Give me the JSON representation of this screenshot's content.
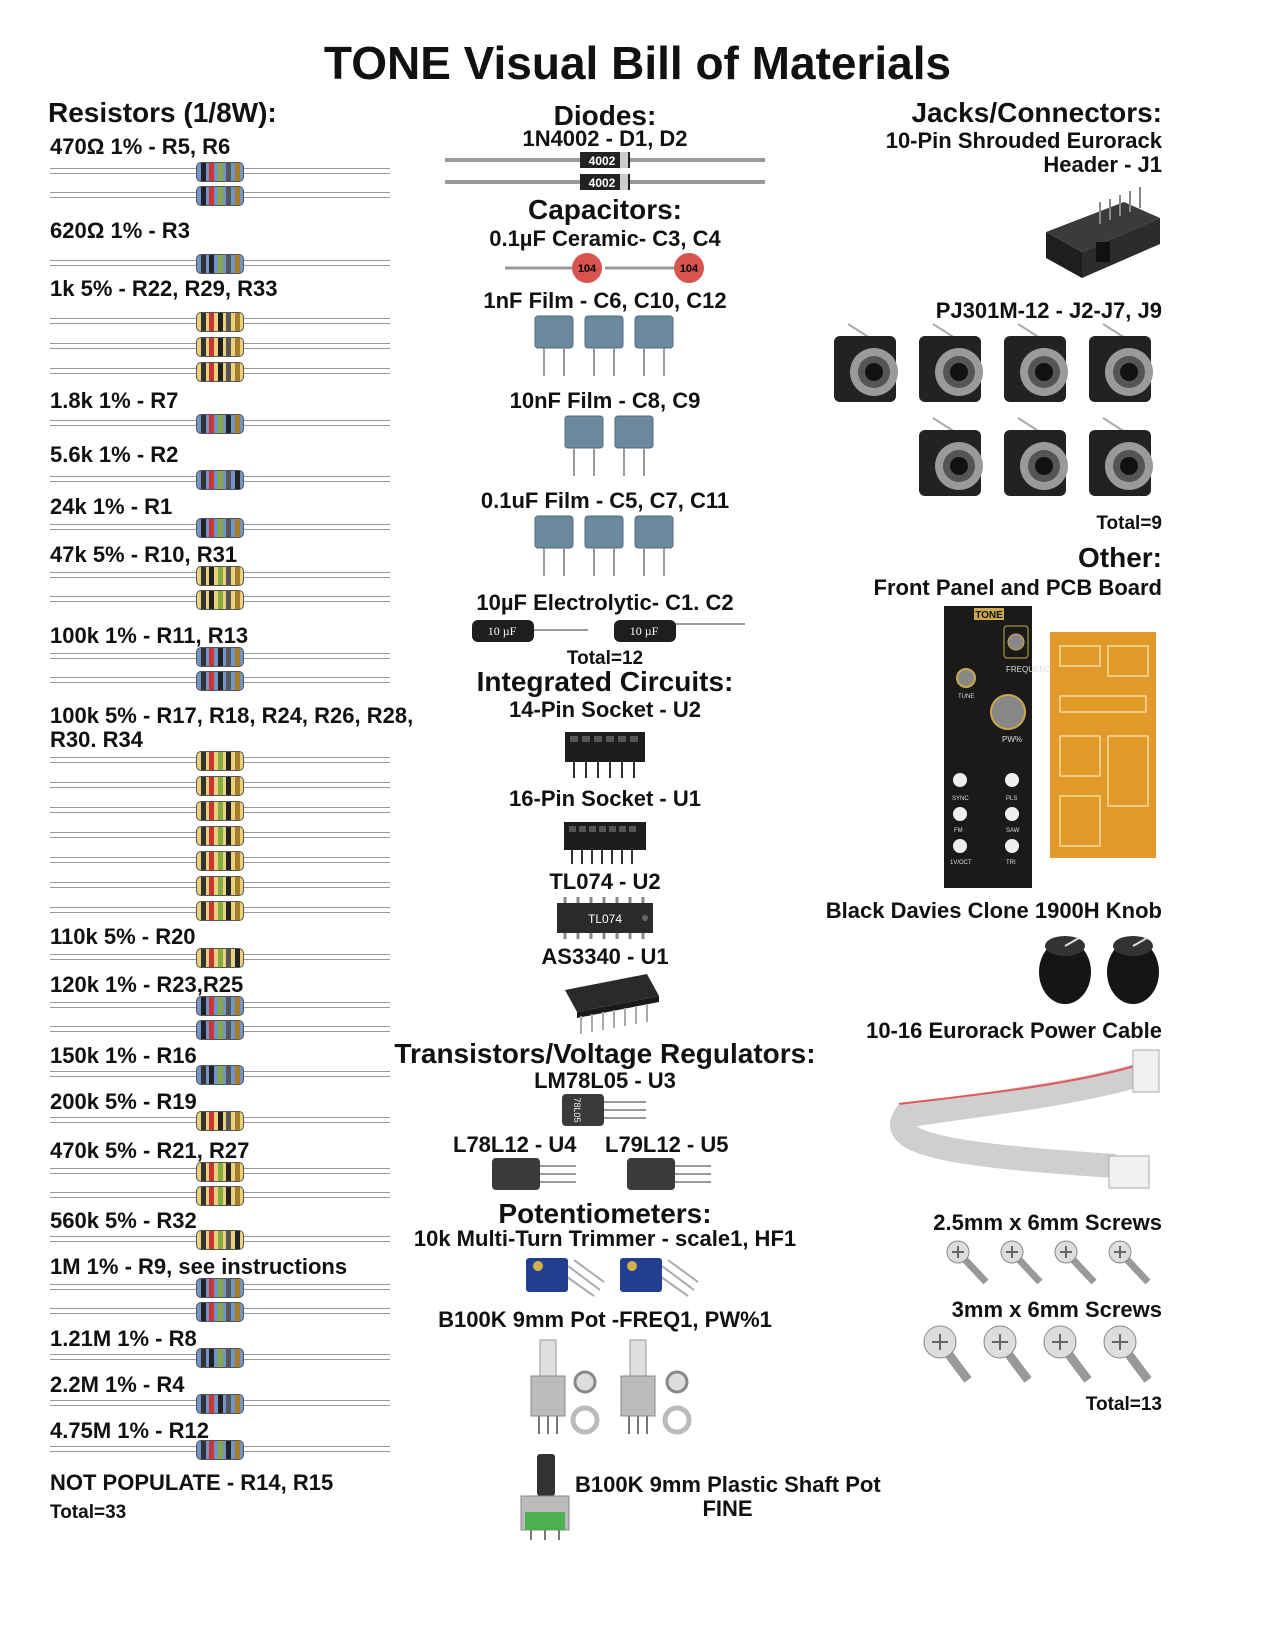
{
  "title": "TONE Visual Bill of Materials",
  "resistors": {
    "heading": "Resistors (1/8W):",
    "groups": [
      {
        "label": "470Ω 1% - R5, R6",
        "count": 2,
        "body": "#6f95c9"
      },
      {
        "label": "620Ω 1% - R3",
        "count": 1,
        "body": "#6f95c9"
      },
      {
        "label": "1k 5% - R22, R29, R33",
        "count": 3,
        "body": "#e8d27a"
      },
      {
        "label": "1.8k 1% - R7",
        "count": 1,
        "body": "#6f95c9"
      },
      {
        "label": "5.6k 1% - R2",
        "count": 1,
        "body": "#6f95c9"
      },
      {
        "label": "24k 1% - R1",
        "count": 1,
        "body": "#6f95c9"
      },
      {
        "label": "47k 5% - R10, R31",
        "count": 2,
        "body": "#e8d27a"
      },
      {
        "label": "100k 1% - R11, R13",
        "count": 2,
        "body": "#6f95c9"
      },
      {
        "label": "100k 5% - R17, R18, R24, R26, R28,",
        "label2": "R30. R34",
        "count": 7,
        "body": "#e8d27a"
      },
      {
        "label": "110k 5% - R20",
        "count": 1,
        "body": "#e8d27a"
      },
      {
        "label": "120k 1% - R23,R25",
        "count": 2,
        "body": "#6f95c9"
      },
      {
        "label": "150k 1% - R16",
        "count": 1,
        "body": "#6f95c9"
      },
      {
        "label": "200k 5% - R19",
        "count": 1,
        "body": "#e8d27a"
      },
      {
        "label": "470k 5% - R21, R27",
        "count": 2,
        "body": "#e8d27a"
      },
      {
        "label": "560k 5% - R32",
        "count": 1,
        "body": "#e8d27a"
      },
      {
        "label": "1M 1% - R9, see instructions",
        "count": 2,
        "body": "#6f95c9"
      },
      {
        "label": "1.21M 1% - R8",
        "count": 1,
        "body": "#6f95c9"
      },
      {
        "label": "2.2M 1% - R4",
        "count": 1,
        "body": "#6f95c9"
      },
      {
        "label": "4.75M 1% - R12",
        "count": 1,
        "body": "#6f95c9"
      }
    ],
    "not_populate": "NOT POPULATE - R14, R15",
    "total": "Total=33"
  },
  "diodes": {
    "heading": "Diodes:",
    "item": "1N4002 - D1, D2",
    "marking": "4002"
  },
  "capacitors": {
    "heading": "Capacitors:",
    "ceramic": "0.1µF Ceramic- C3, C4",
    "ceramic_marking": "104",
    "film1": "1nF Film - C6, C10, C12",
    "film2": "10nF Film - C8, C9",
    "film3": "0.1uF Film - C5, C7, C11",
    "electrolytic": "10µF Electrolytic- C1. C2",
    "electrolytic_marking": "10 µF",
    "total": "Total=12"
  },
  "ics": {
    "heading": "Integrated Circuits:",
    "socket14": "14-Pin Socket - U2",
    "socket16": "16-Pin Socket - U1",
    "tl074": "TL074 - U2",
    "tl074_marking": "TL074",
    "as3340": "AS3340 - U1"
  },
  "transistors": {
    "heading": "Transistors/Voltage Regulators:",
    "lm78l05": "LM78L05 - U3",
    "lm78l05_marking": "78L05",
    "l78l12": "L78L12 - U4",
    "l79l12": "L79L12 - U5"
  },
  "pots": {
    "heading": "Potentiometers:",
    "trimmer": "10k Multi-Turn Trimmer - scale1, HF1",
    "b100k": "B100K 9mm Pot -FREQ1, PW%1",
    "plastic_line1": "B100K 9mm Plastic Shaft Pot",
    "plastic_line2": "FINE"
  },
  "jacks": {
    "heading": "Jacks/Connectors:",
    "header_line1": "10-Pin Shrouded Eurorack",
    "header_line2": "Header - J1",
    "pj301": "PJ301M-12 - J2-J7, J9",
    "total": "Total=9"
  },
  "other": {
    "heading": "Other:",
    "panel": "Front Panel and PCB Board",
    "panel_title": "TONE",
    "panel_labels": [
      "FREQUENCY",
      "PW%",
      "TUNE",
      "SYNC",
      "PLS",
      "FM",
      "SAW",
      "1V/OCT",
      "TRI"
    ],
    "knob": "Black Davies Clone 1900H Knob",
    "cable": "10-16 Eurorack Power Cable",
    "screws25": "2.5mm x 6mm Screws",
    "screws3": "3mm x 6mm Screws",
    "total": "Total=13"
  }
}
